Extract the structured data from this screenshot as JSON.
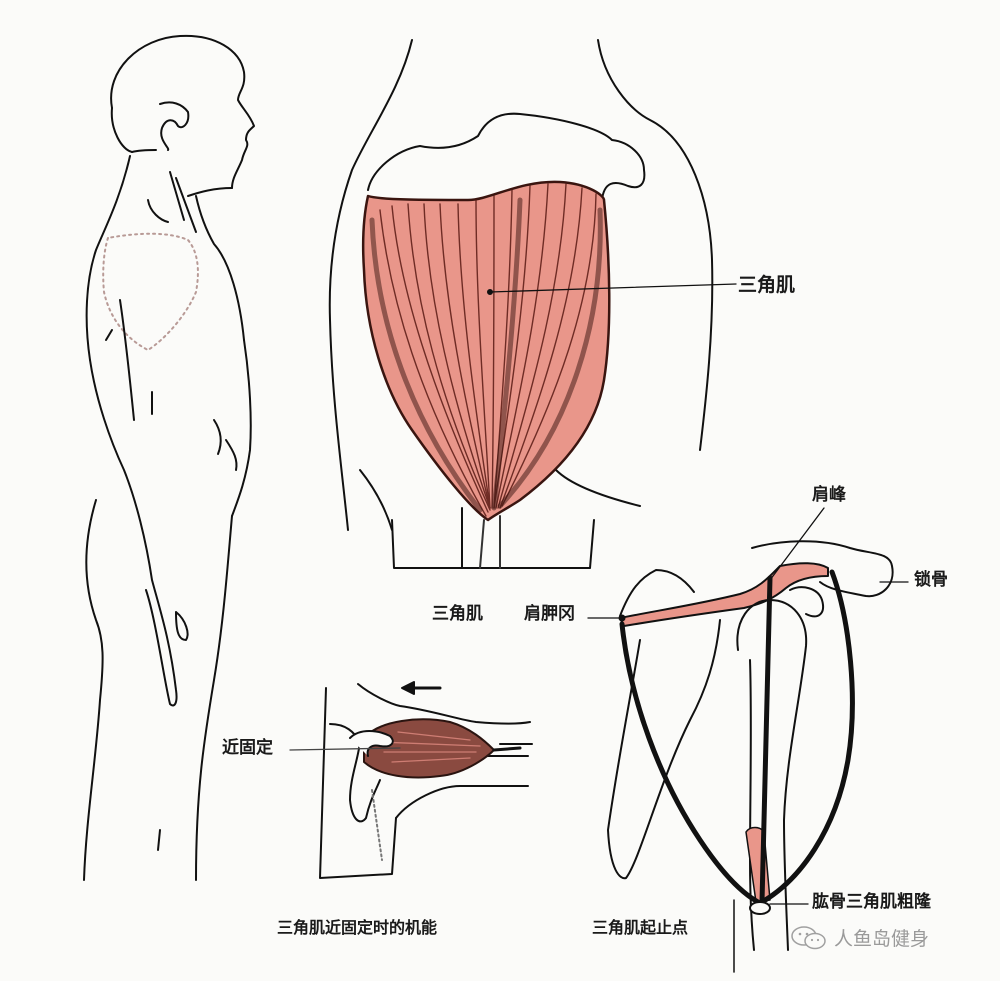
{
  "figure": {
    "subject": "三角肌",
    "colors": {
      "muscle_fill": "#e9968a",
      "muscle_fiber": "#5a1a14",
      "muscle_dark": "#4a2a24",
      "line": "#111111",
      "background": "#fbfbf9",
      "dotted_outline": "#b89a96",
      "watermark": "#9a9a9a"
    }
  },
  "labels": {
    "deltoid_main": "三角肌",
    "acromion": "肩峰",
    "clavicle": "锁骨",
    "deltoid_under": "三角肌",
    "scapular_spine": "肩胛冈",
    "proximal_fixation": "近固定",
    "deltoid_tuberosity": "肱骨三角肌粗隆"
  },
  "captions": {
    "function_caption": "三角肌近固定时的机能",
    "origin_insertion_caption": "三角肌起止点"
  },
  "annotations": {
    "direction_arrow": "←"
  },
  "watermark": {
    "icon": "wechat-icon",
    "text": "人鱼岛健身"
  }
}
